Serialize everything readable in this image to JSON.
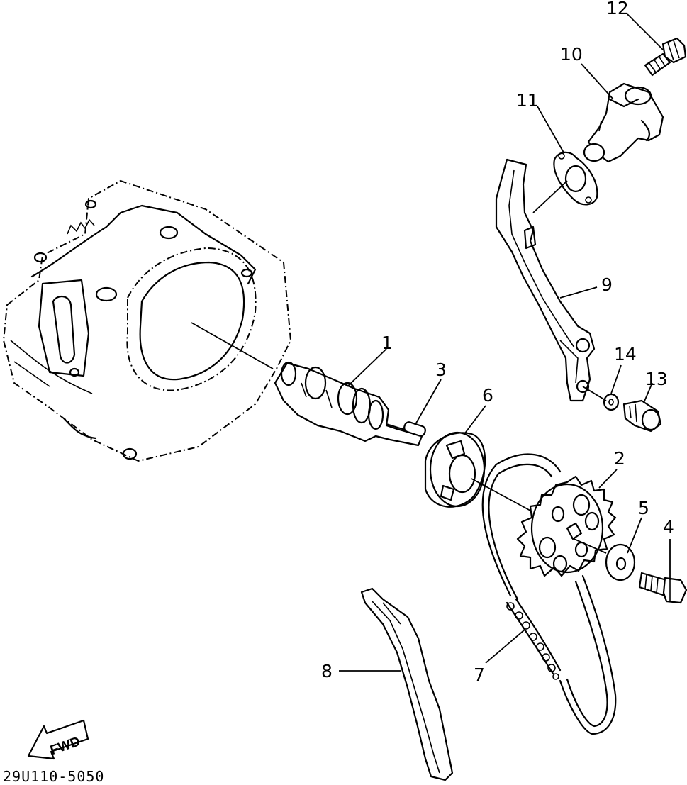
{
  "parts": [
    {
      "number": "1"
    },
    {
      "number": "2"
    },
    {
      "number": "3"
    },
    {
      "number": "4"
    },
    {
      "number": "5"
    },
    {
      "number": "6"
    },
    {
      "number": "7"
    },
    {
      "number": "8"
    },
    {
      "number": "9"
    },
    {
      "number": "10"
    },
    {
      "number": "11"
    },
    {
      "number": "12"
    },
    {
      "number": "13"
    },
    {
      "number": "14"
    }
  ],
  "fwd_label": "FWD",
  "diagram_code": "29U110-5050"
}
